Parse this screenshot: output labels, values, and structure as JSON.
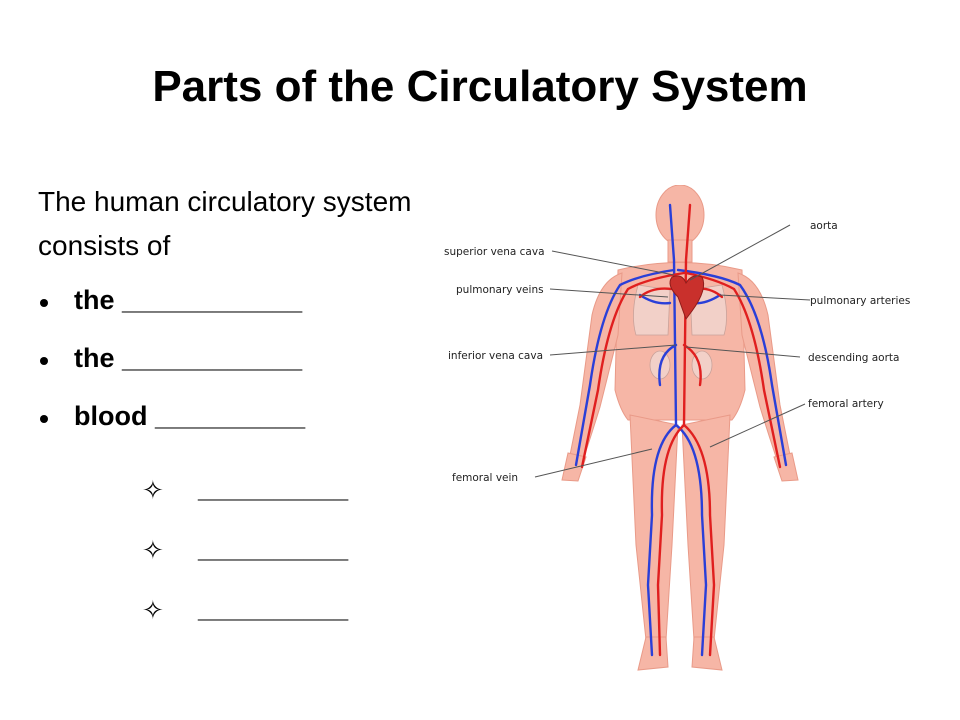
{
  "slide": {
    "title": "Parts of the Circulatory System",
    "intro": "The human circulatory system consists of",
    "bullets": [
      "the ____________",
      "the ____________",
      " blood __________"
    ],
    "sub_bullets": [
      "__________",
      "__________",
      "__________"
    ]
  },
  "diagram": {
    "labels": {
      "aorta": "aorta",
      "superior_vena_cava": "superior vena cava",
      "pulmonary_veins": "pulmonary veins",
      "pulmonary_arteries": "pulmonary arteries",
      "inferior_vena_cava": "inferior vena cava",
      "descending_aorta": "descending aorta",
      "femoral_artery": "femoral artery",
      "femoral_vein": "femoral vein"
    },
    "colors": {
      "skin": "#f6b6a6",
      "artery": "#e01f1f",
      "vein": "#2a3fd8",
      "heart": "#c9302c"
    }
  }
}
